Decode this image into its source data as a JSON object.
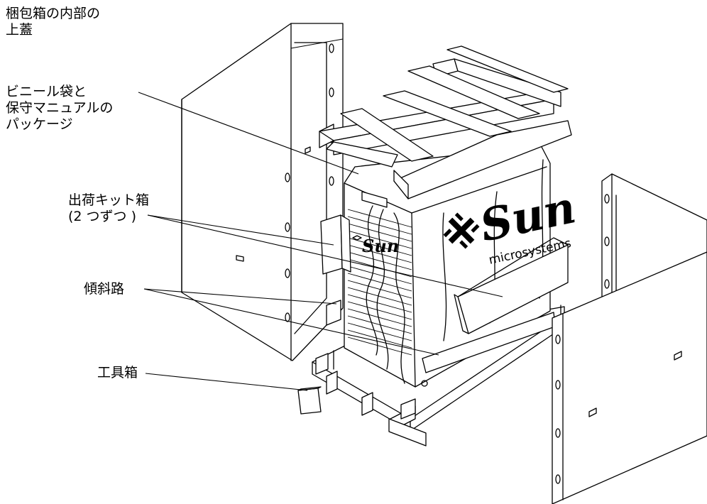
{
  "labels": {
    "top_lid": [
      "梱包箱の内部の",
      "上蓋"
    ],
    "bag_manual": [
      "ビニール袋と",
      "保守マニュアルの",
      "パッケージ"
    ],
    "kit_box": [
      "出荷キット箱",
      "(2 つずつ )"
    ],
    "ramps": "傾斜路",
    "tool_box": "工具箱"
  },
  "logo": {
    "wordmark": "Sun",
    "sub": "microsystems"
  },
  "colors": {
    "line": "#000000",
    "background": "#ffffff"
  }
}
